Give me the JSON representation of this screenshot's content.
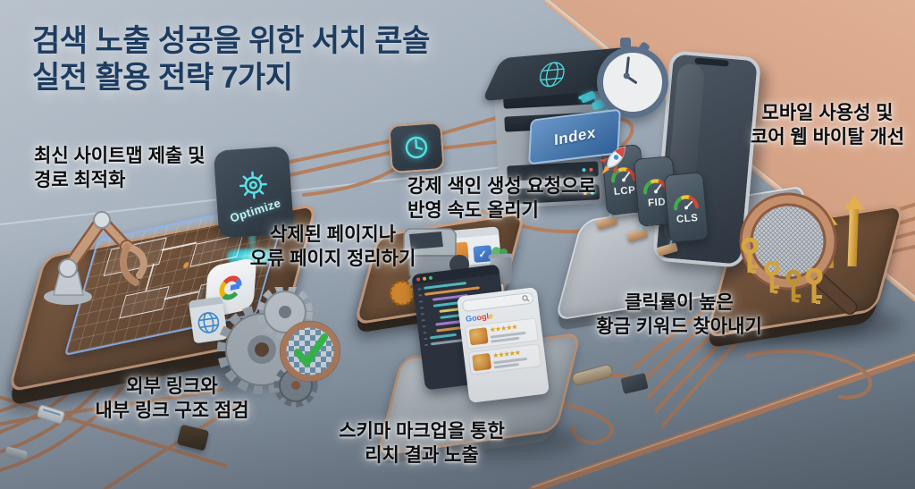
{
  "title": {
    "line1": "검색 노출 성공을 위한 서치 콘솔",
    "line2": "실전 활용 전략 7가지"
  },
  "strategies": {
    "sitemap": {
      "line1": "최신 사이트맵 제출 및",
      "line2": "경로 최적화"
    },
    "cleanup": {
      "line1": "삭제된 페이지나",
      "line2": "오류 페이지 정리하기"
    },
    "indexing": {
      "line1": "강제 색인 생성 요청으로",
      "line2": "반영 속도 올리기"
    },
    "mobile": {
      "line1": "모바일 사용성 및",
      "line2": "코어 웹 바이탈 개선"
    },
    "links": {
      "line1": "외부 링크와",
      "line2": "내부 링크 구조 점검"
    },
    "schema": {
      "line1": "스키마 마크업을 통한",
      "line2": "리치 결과 노출"
    },
    "keywords": {
      "line1": "클릭률이 높은",
      "line2": "황금 키워드 찾아내기"
    }
  },
  "badges": {
    "optimize": "Optimize",
    "index": "Index",
    "gauge1": "LCP",
    "gauge2": "FID",
    "gauge3": "CLS",
    "google_g": "G",
    "serp_logo": "Google",
    "stars": "★★★★★",
    "check": "✓"
  },
  "colors": {
    "title_navy": "#1d3c60",
    "copper": "#b5805f",
    "copper_band": "#cf9a7d",
    "teal_glow": "#4fd6da",
    "wood": "#6b4c35",
    "index_blue": "#2e5f96",
    "gold": "#d9a93f",
    "gauge_green": "#3fae4c",
    "gauge_yellow": "#ecc43d",
    "gauge_red": "#d64733"
  }
}
